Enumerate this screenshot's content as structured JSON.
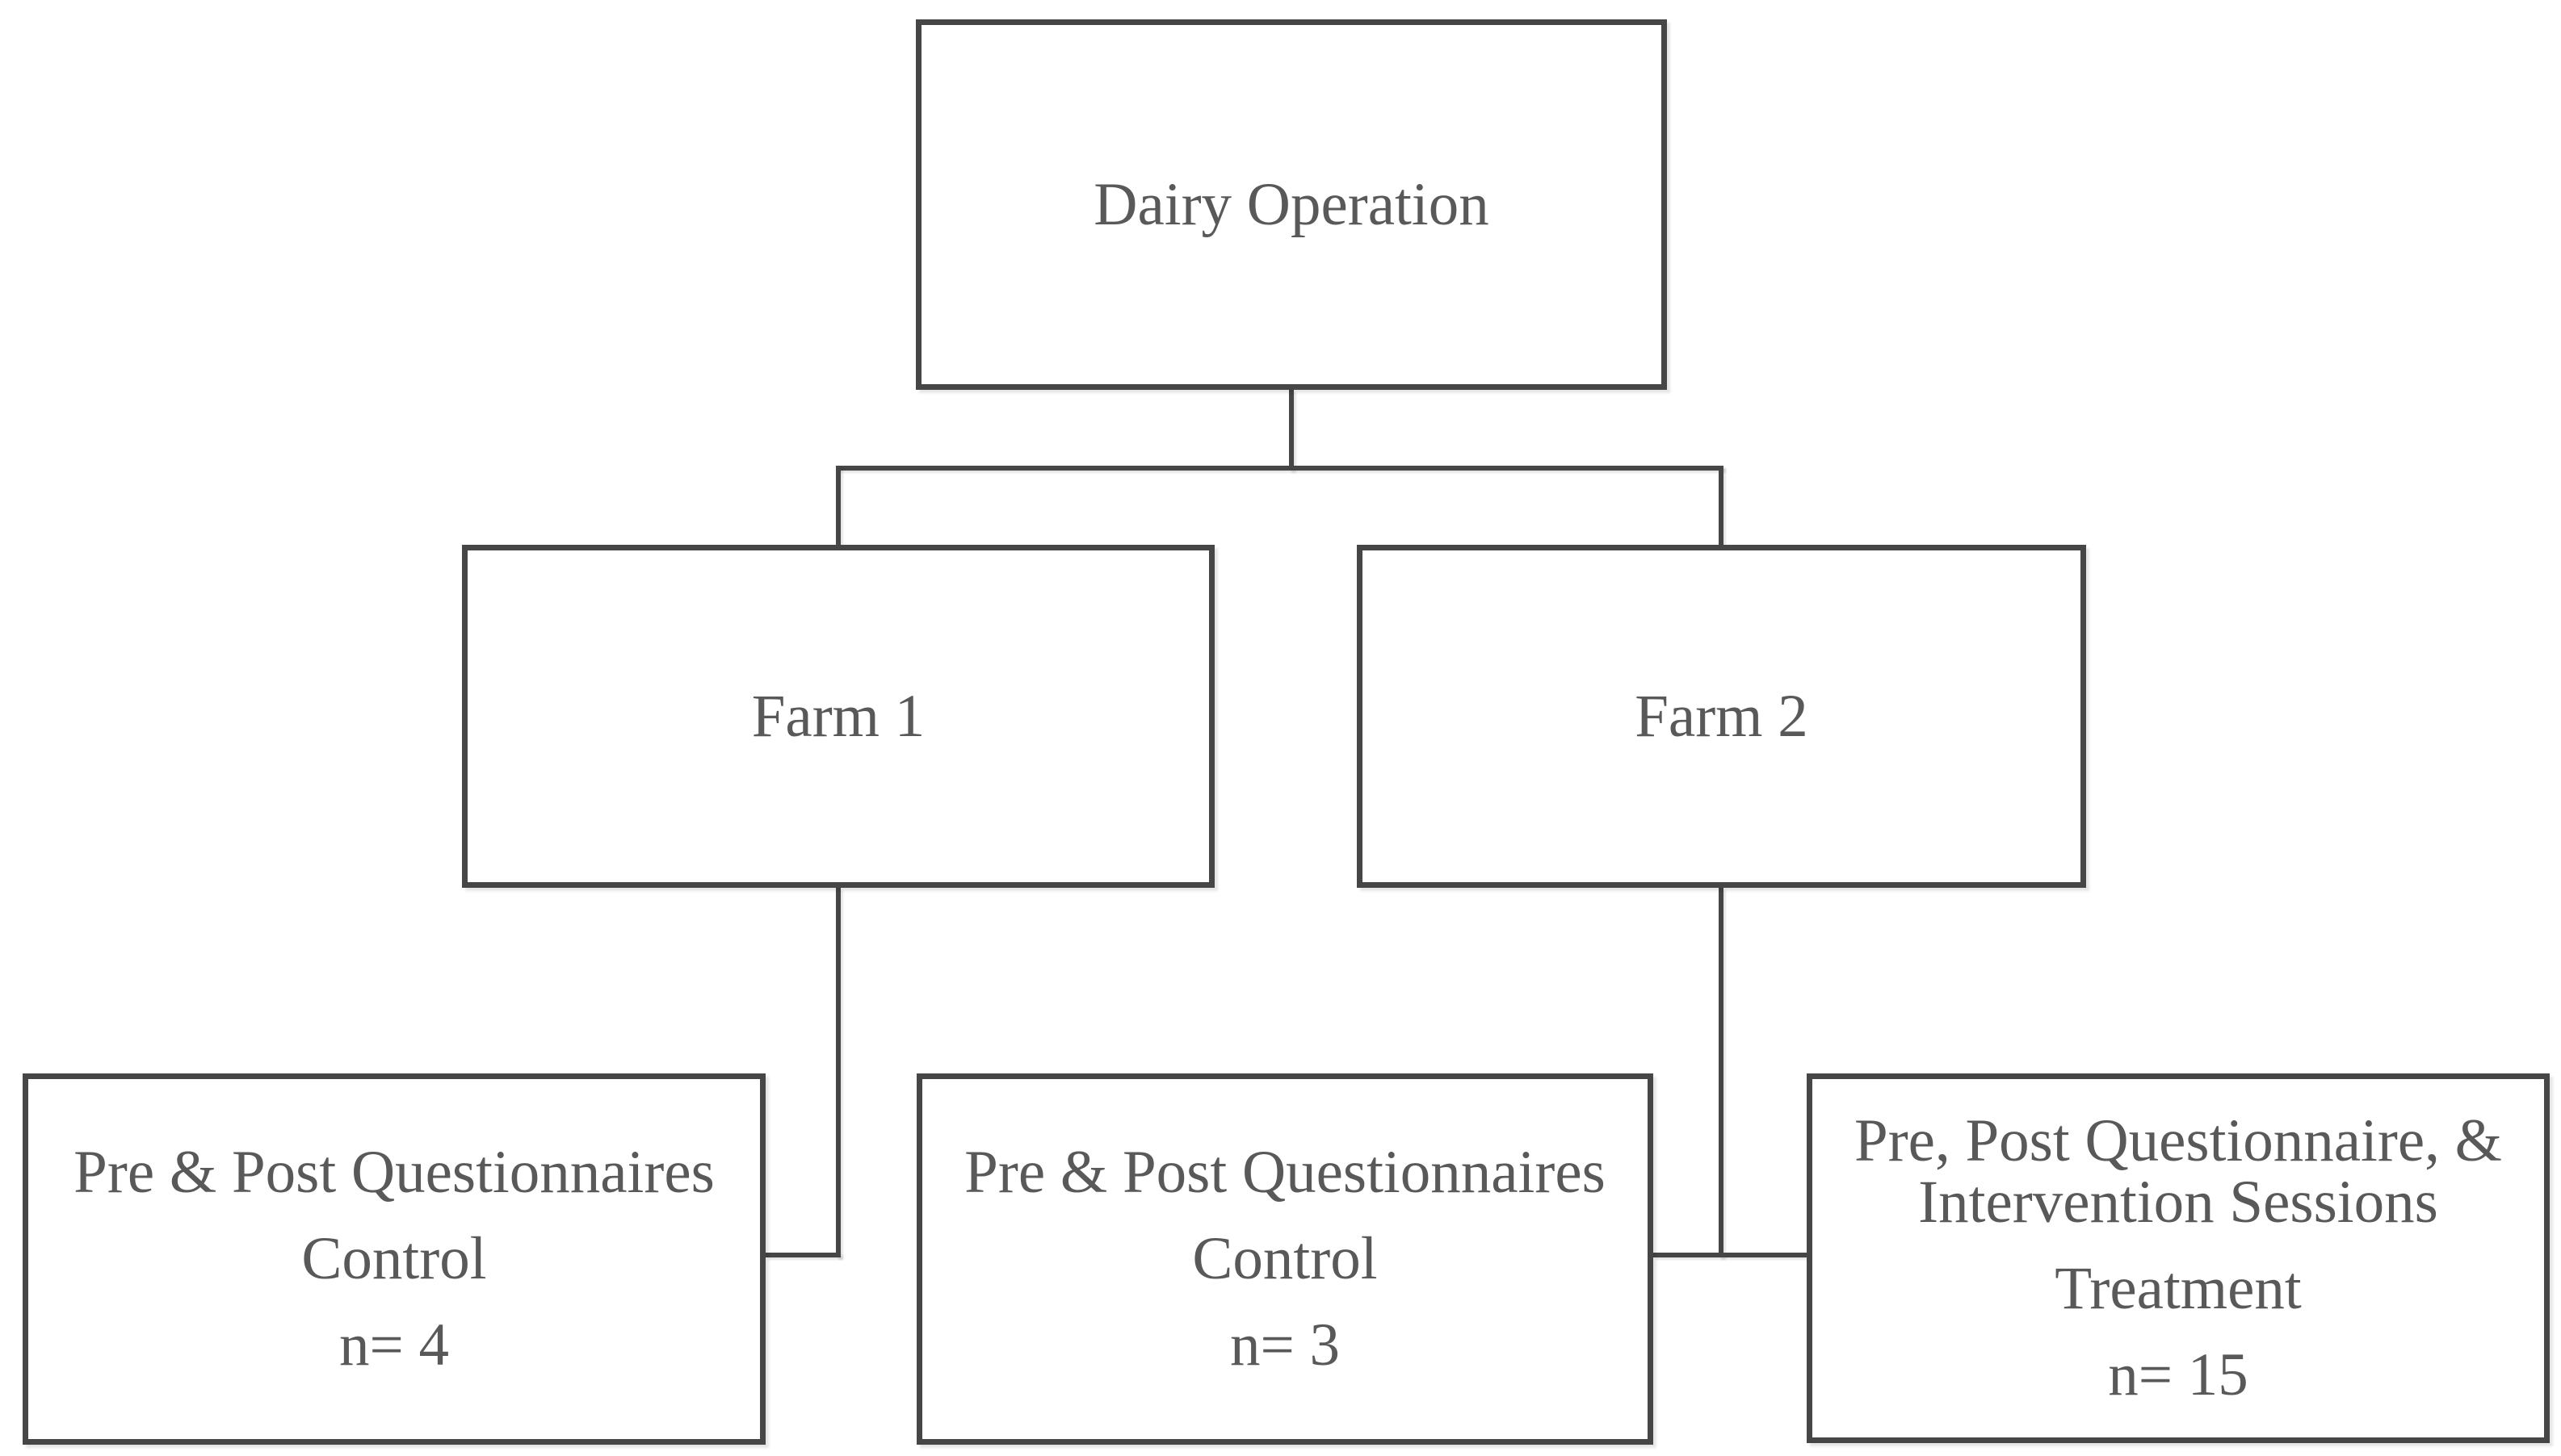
{
  "colors": {
    "background": "#ffffff",
    "box_border": "#464646",
    "text": "#595959"
  },
  "diagram": {
    "dairy": {
      "label": "Dairy Operation"
    },
    "farm1": {
      "label": "Farm 1"
    },
    "farm2": {
      "label": "Farm 2"
    },
    "farm1_control": {
      "line1": "Pre & Post Questionnaires",
      "line2": "Control",
      "line3": "n= 4"
    },
    "farm2_control": {
      "line1": "Pre & Post Questionnaires",
      "line2": "Control",
      "line3": "n= 3"
    },
    "farm2_treatment": {
      "line1": "Pre, Post Questionnaire, & Intervention Sessions",
      "line2": "Treatment",
      "line3": "n= 15"
    }
  }
}
